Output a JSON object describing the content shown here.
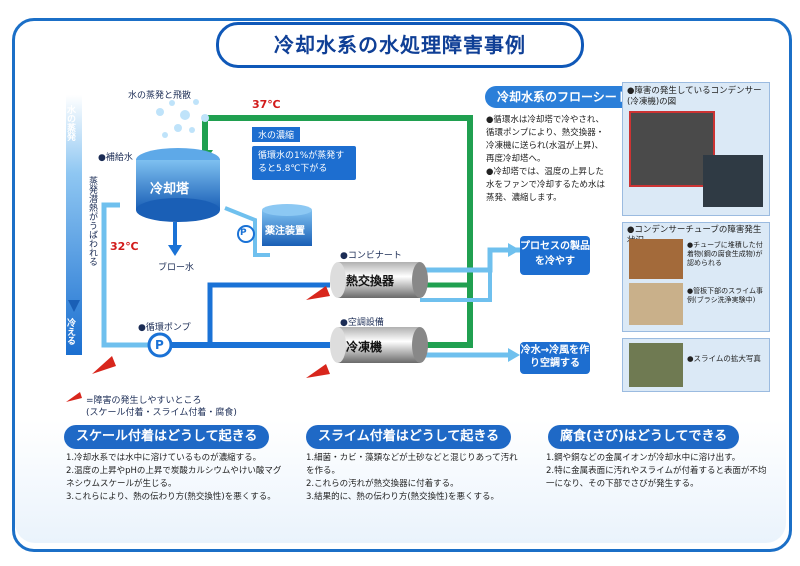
{
  "title": "冷却水系の水処理障害事例",
  "left_axis": {
    "top_label": "水の蒸発",
    "mid_label": "蒸発潜熱がうばわれる",
    "bottom_label": "冷える"
  },
  "labels": {
    "evaporation": "水の蒸発と飛散",
    "temp_hot": "37℃",
    "temp_cold": "32℃",
    "makeup_water": "●補給水",
    "cooling_tower": "冷却塔",
    "blowdown": "ブロー水",
    "concentration_title": "水の濃縮",
    "concentration_text": "循環水の1%が蒸発すると5.8℃下がる",
    "chemical_unit": "薬注装置",
    "combinat": "●コンビナート",
    "heat_exchanger": "熱交換器",
    "process_box": "プロセスの製品を冷やす",
    "air_con": "●空調設備",
    "chiller": "冷凍機",
    "chiller_box": "冷水→冷風を作り空調する",
    "pump": "●循環ポンプ",
    "pump_symbol": "P",
    "legend_line1": "=障害の発生しやすいところ",
    "legend_line2": "(スケール付着・スライム付着・腐食)"
  },
  "flowsheet": {
    "title": "冷却水系のフローシート",
    "text": [
      "●循環水は冷却塔で冷やされ、循環ポンプにより、熱交換器・冷凍機に送られ(水温が上昇)、再度冷却塔へ。",
      "●冷却塔では、温度の上昇した水をファンで冷却するため水は蒸発、濃縮します。"
    ]
  },
  "photos": [
    {
      "caption": "●障害の発生しているコンデンサー(冷凍機)の図"
    },
    {
      "caption": "●コンデンサーチューブの障害発生状況",
      "notes": [
        "●チューブに堆積した付着物(鋼の腐食生成物)が認められる",
        "●管板下部のスライム事例(ブラシ洗浄実験中)"
      ]
    },
    {
      "caption": "●スライムの拡大写真"
    }
  ],
  "sections": [
    {
      "title": "スケール付着はどうして起きる",
      "items": [
        "1.冷却水系では水中に溶けているものが濃縮する。",
        "2.温度の上昇やpHの上昇で炭酸カルシウムやけい酸マグネシウムスケールが生じる。",
        "3.これらにより、熱の伝わり方(熱交換性)を悪くする。"
      ]
    },
    {
      "title": "スライム付着はどうして起きる",
      "items": [
        "1.細菌・カビ・藻類などが土砂などと混じりあって汚れを作る。",
        "2.これらの汚れが熱交換器に付着する。",
        "3.結果的に、熱の伝わり方(熱交換性)を悪くする。"
      ]
    },
    {
      "title": "腐食(さび)はどうしてできる",
      "items": [
        "1.鋼や銅などの金属イオンが冷却水中に溶け出す。",
        "2.特に金属表面に汚れやスライムが付着すると表面が不均一になり、その下部でさびが発生する。"
      ]
    }
  ],
  "colors": {
    "frame": "#1b6fc7",
    "pipe_cold": "#1a72d6",
    "pipe_hot": "#20a050",
    "pipe_light": "#6fc0ee",
    "hazard": "#d8261c"
  }
}
